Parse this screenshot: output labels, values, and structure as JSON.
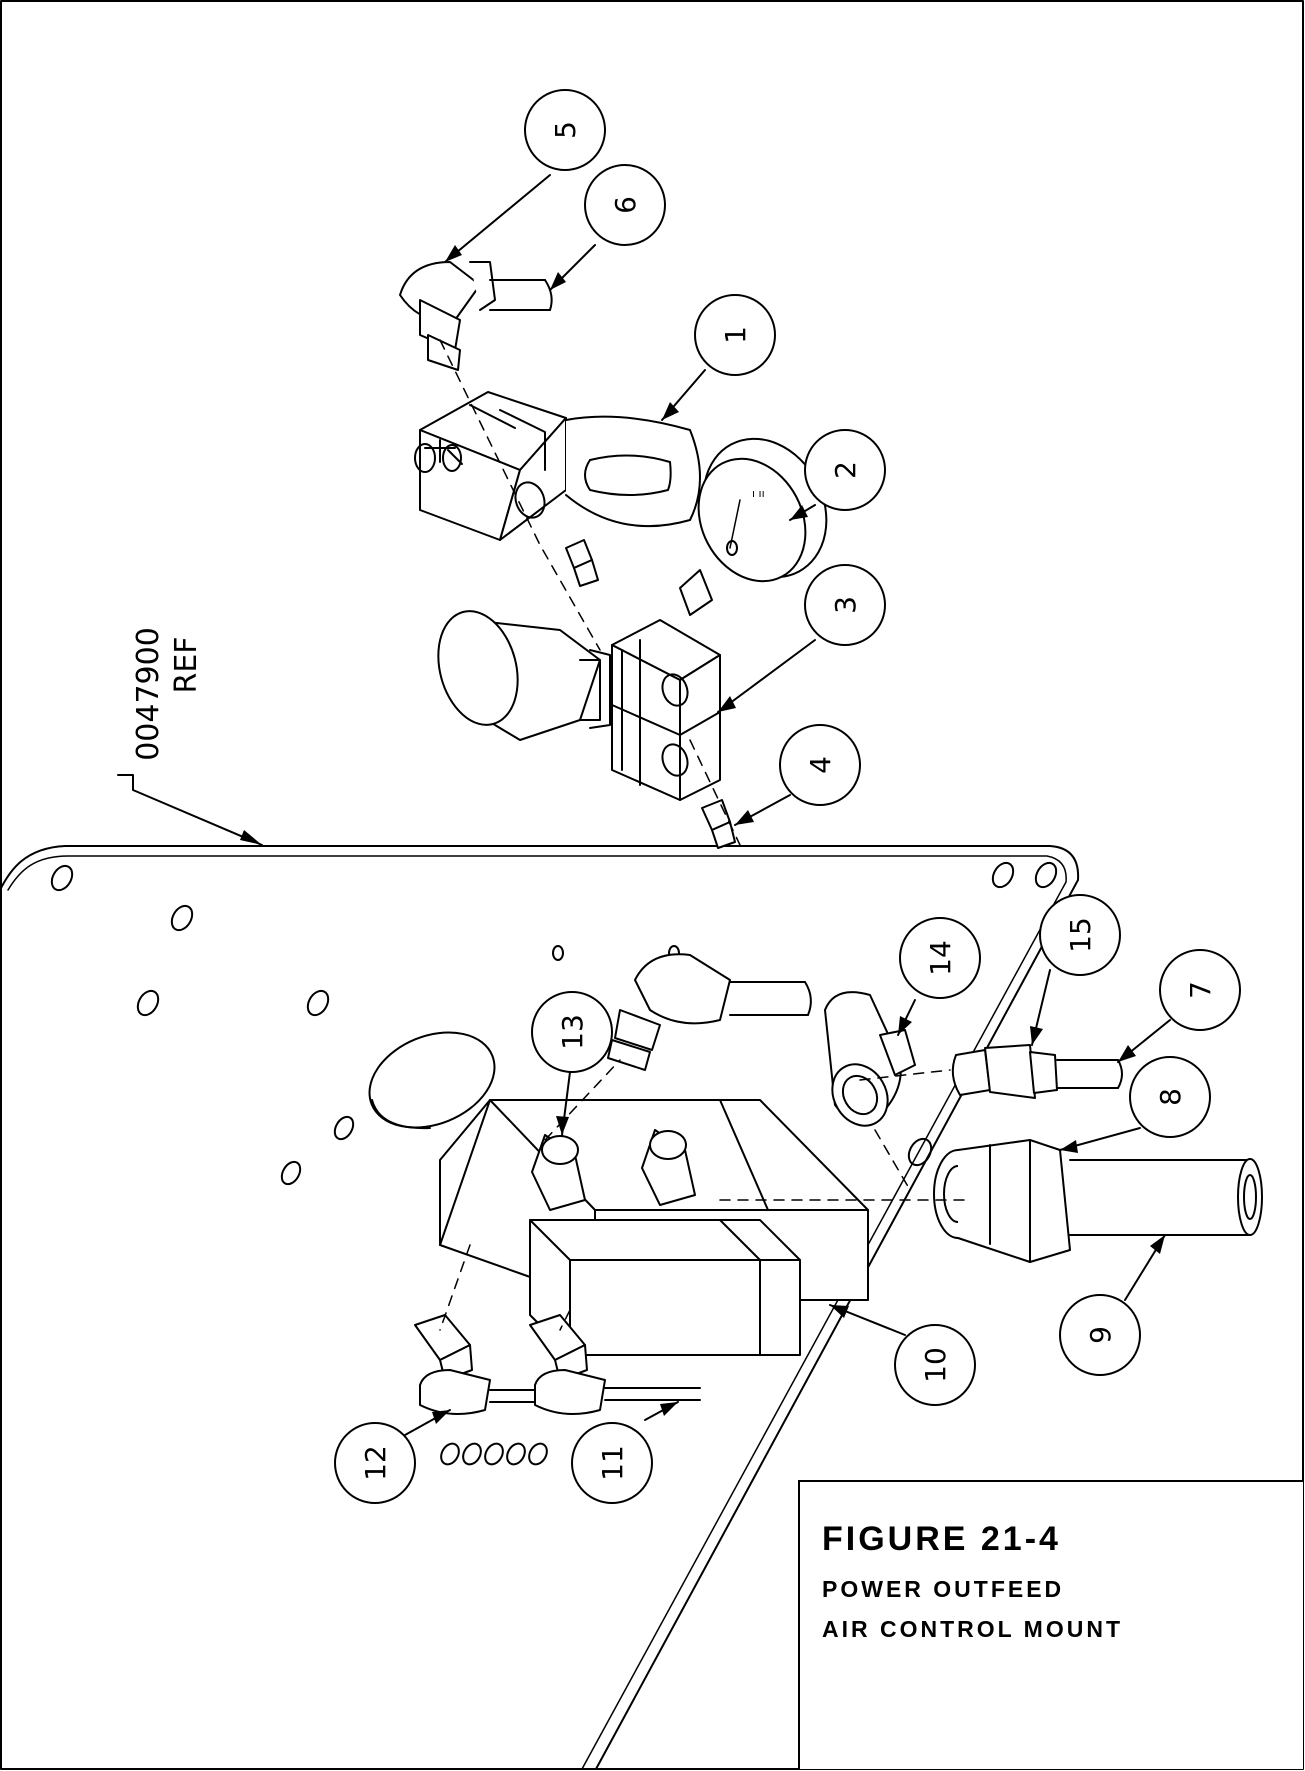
{
  "reference_label": {
    "number": "0047900",
    "suffix": "REF"
  },
  "balloons": [
    {
      "id": "1",
      "label": "1"
    },
    {
      "id": "2",
      "label": "2"
    },
    {
      "id": "3",
      "label": "3"
    },
    {
      "id": "4",
      "label": "4"
    },
    {
      "id": "5",
      "label": "5"
    },
    {
      "id": "6",
      "label": "6"
    },
    {
      "id": "7",
      "label": "7"
    },
    {
      "id": "8",
      "label": "8"
    },
    {
      "id": "9",
      "label": "9"
    },
    {
      "id": "10",
      "label": "10"
    },
    {
      "id": "11",
      "label": "11"
    },
    {
      "id": "12",
      "label": "12"
    },
    {
      "id": "13",
      "label": "13"
    },
    {
      "id": "14",
      "label": "14"
    },
    {
      "id": "15",
      "label": "15"
    }
  ],
  "caption": {
    "figure": "FIGURE 21-4",
    "line1": "POWER OUTFEED",
    "line2": "AIR CONTROL MOUNT"
  }
}
